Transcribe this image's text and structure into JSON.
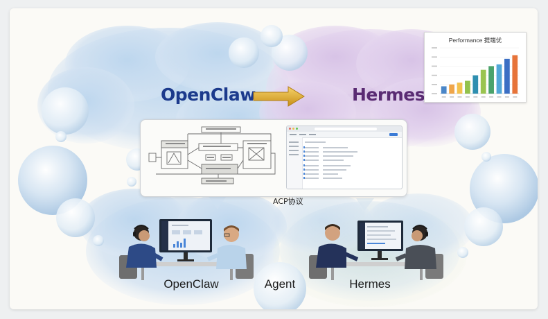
{
  "hero": {
    "left_title": "OpenClaw",
    "right_title": "Hermes",
    "arrow_icon": "arrow-right-icon"
  },
  "protocol": {
    "label": "ACP协议"
  },
  "bottom": {
    "left_label": "OpenClaw",
    "center_label": "Agent",
    "right_label": "Hermes"
  },
  "chart_data": {
    "type": "bar",
    "title": "Performance 提端优",
    "categories": [
      "",
      "",
      "",
      "",
      "",
      "",
      "",
      "",
      "",
      ""
    ],
    "values": [
      4,
      5,
      6,
      7,
      10,
      13,
      15,
      16,
      19,
      21
    ],
    "colors": [
      "#4a86c8",
      "#f0a64a",
      "#f3c24e",
      "#93c24c",
      "#2f8fb0",
      "#9ac450",
      "#4ba36b",
      "#52a8d8",
      "#3b6fc4",
      "#e7743a"
    ],
    "ylim": [
      0,
      25
    ]
  },
  "colors": {
    "openclaw_blue": "#1c3a8c",
    "hermes_purple": "#5a2b73",
    "arrow_gold": "#d9a622"
  }
}
